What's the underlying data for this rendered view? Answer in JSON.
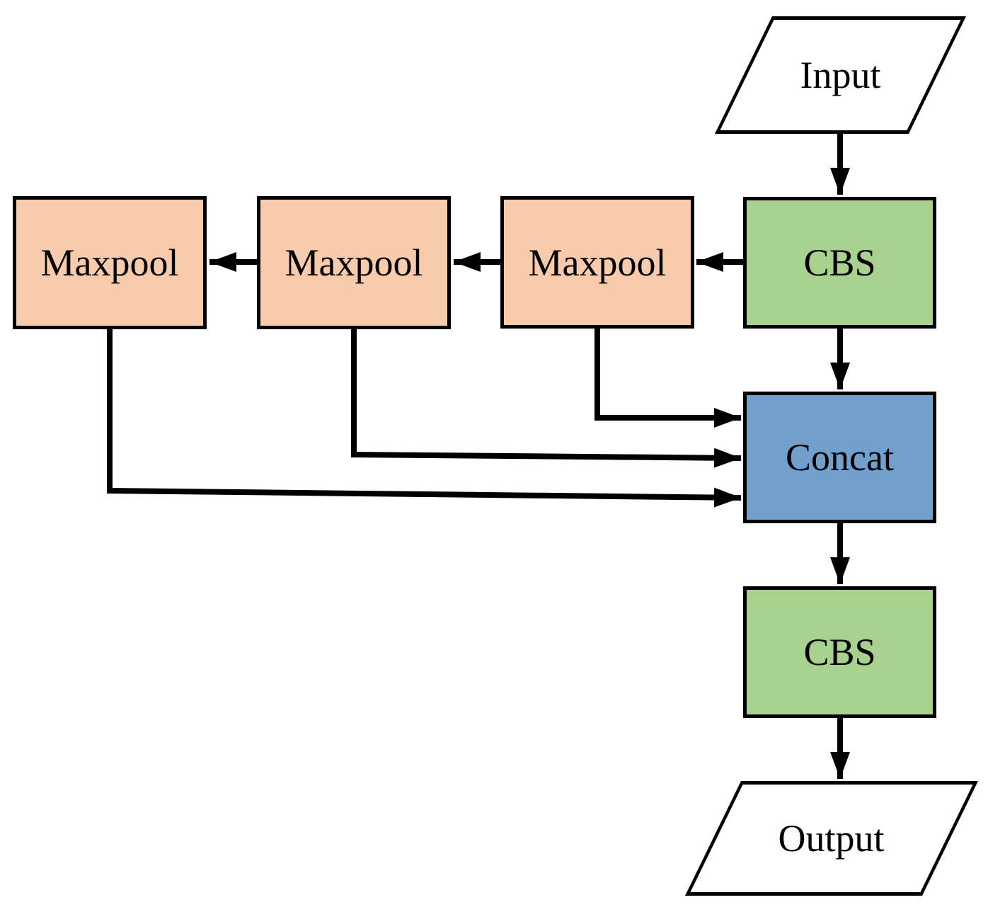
{
  "diagram": {
    "type": "flowchart",
    "nodes": {
      "input": {
        "label": "Input",
        "shape": "parallelogram",
        "fill": "white"
      },
      "cbs_top": {
        "label": "CBS",
        "shape": "rectangle",
        "fill": "green"
      },
      "maxpool_3": {
        "label": "Maxpool",
        "shape": "rectangle",
        "fill": "orange"
      },
      "maxpool_2": {
        "label": "Maxpool",
        "shape": "rectangle",
        "fill": "orange"
      },
      "maxpool_1": {
        "label": "Maxpool",
        "shape": "rectangle",
        "fill": "orange"
      },
      "concat": {
        "label": "Concat",
        "shape": "rectangle",
        "fill": "blue"
      },
      "cbs_bottom": {
        "label": "CBS",
        "shape": "rectangle",
        "fill": "green"
      },
      "output": {
        "label": "Output",
        "shape": "parallelogram",
        "fill": "white"
      }
    },
    "edges": [
      {
        "from": "input",
        "to": "cbs_top",
        "direction": "down"
      },
      {
        "from": "cbs_top",
        "to": "maxpool_3",
        "direction": "left"
      },
      {
        "from": "maxpool_3",
        "to": "maxpool_2",
        "direction": "left"
      },
      {
        "from": "maxpool_2",
        "to": "maxpool_1",
        "direction": "left"
      },
      {
        "from": "cbs_top",
        "to": "concat",
        "direction": "down"
      },
      {
        "from": "maxpool_3",
        "to": "concat",
        "direction": "down-right"
      },
      {
        "from": "maxpool_2",
        "to": "concat",
        "direction": "down-right"
      },
      {
        "from": "maxpool_1",
        "to": "concat",
        "direction": "down-right"
      },
      {
        "from": "concat",
        "to": "cbs_bottom",
        "direction": "down"
      },
      {
        "from": "cbs_bottom",
        "to": "output",
        "direction": "down"
      }
    ]
  },
  "colors": {
    "green": "#a9d18e",
    "orange": "#f8cbad",
    "blue": "#71a0cd",
    "io": "#ffffff",
    "border": "#000000",
    "line": "#000000",
    "background": "#ffffff"
  }
}
